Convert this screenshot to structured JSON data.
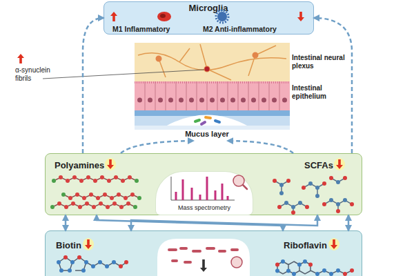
{
  "diagram": {
    "nodes": [
      {
        "text": [
          "Microglia",
          "M1 Inflammatory",
          "M2 Anti-inflammatory"
        ]
      },
      {
        "text": [
          "α-synuclein fibrils",
          "Intestinal neural plexus",
          "Intestinal epithelium",
          "Mucus layer"
        ]
      },
      {
        "text": [
          "Polyamines",
          "SCFAs"
        ]
      },
      {
        "text": [
          "Mass spectrometry"
        ],
        "in": 2
      },
      {
        "text": [
          "Biotin",
          "Riboflavin"
        ]
      }
    ],
    "edges": [
      {
        "from": 2,
        "to": 0,
        "arrow": "to"
      },
      {
        "from": 2,
        "to": 0,
        "arrow": "to"
      },
      {
        "from": 2,
        "to": 1,
        "arrow": "to"
      },
      {
        "from": 2,
        "to": 1,
        "arrow": "to"
      },
      {
        "from": 2,
        "to": 4,
        "arrow": "both"
      },
      {
        "from": 2,
        "to": 4,
        "arrow": "both"
      },
      {
        "from": 2,
        "to": 4,
        "arrow": "both"
      },
      {
        "from": 2,
        "to": 4,
        "arrow": "both"
      }
    ]
  }
}
